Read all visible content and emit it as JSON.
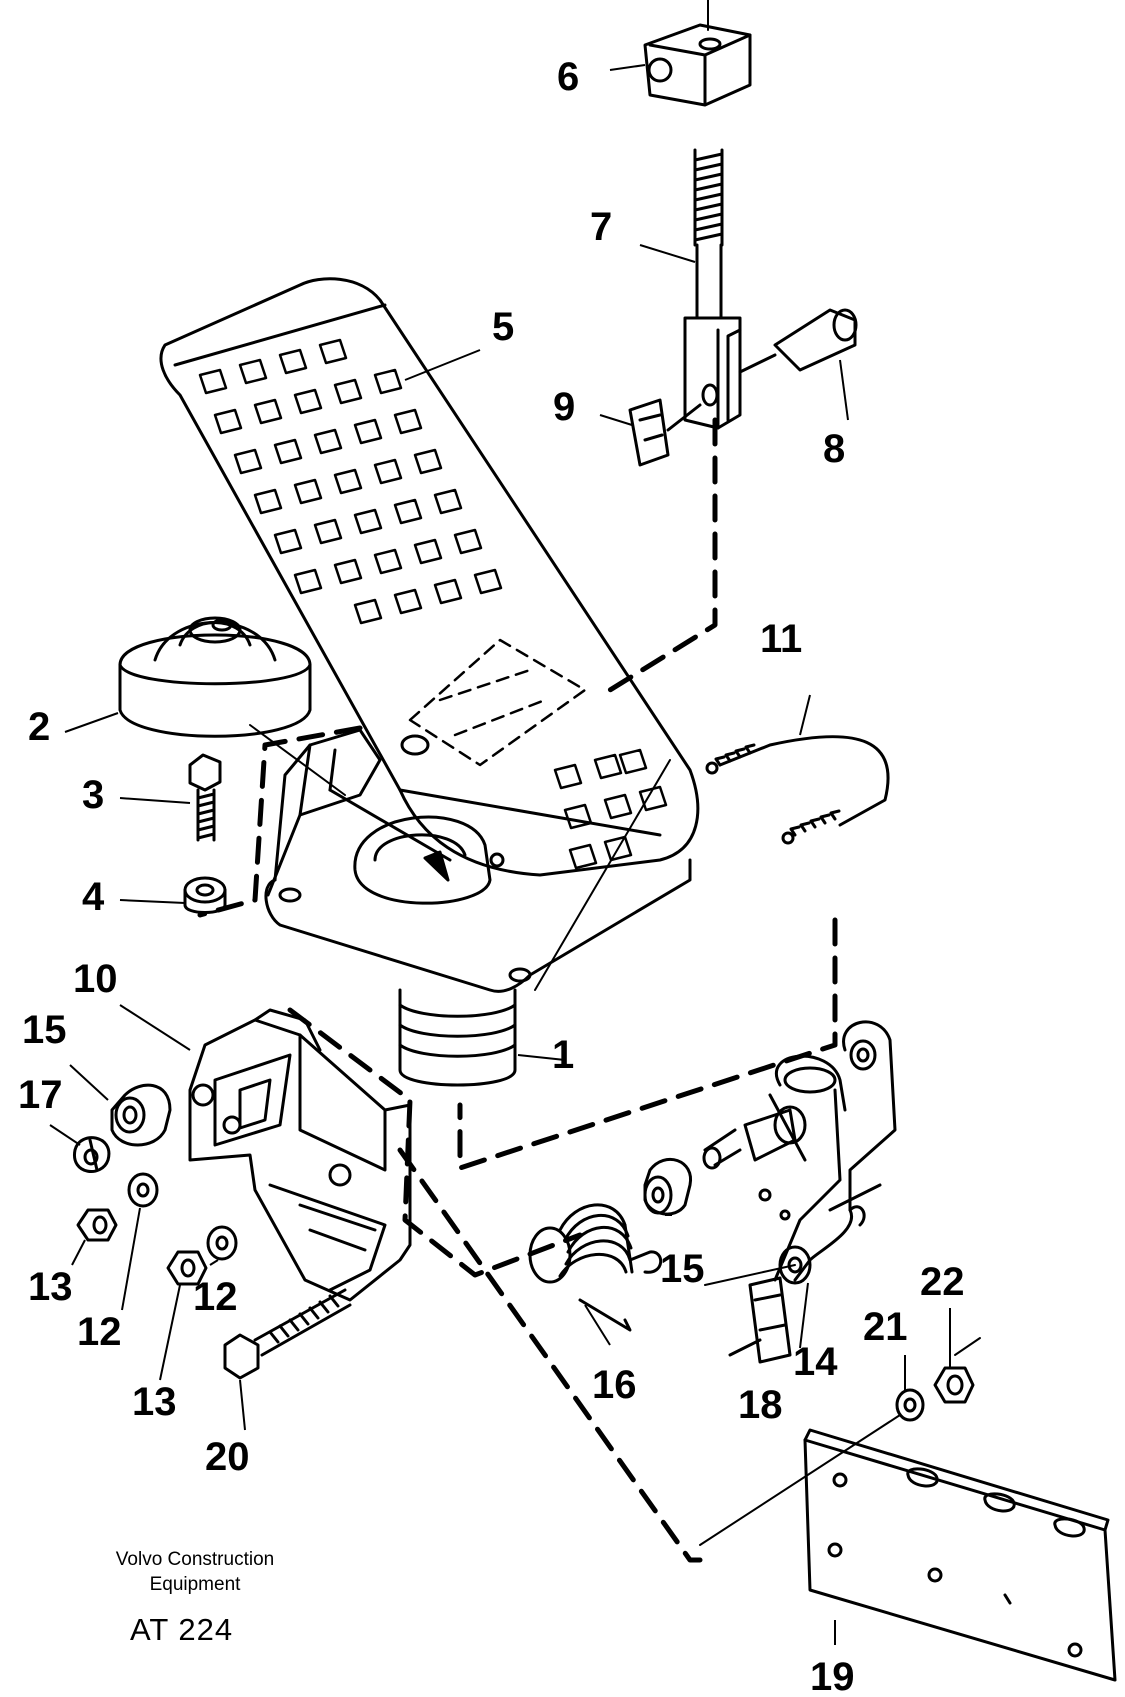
{
  "callouts": {
    "c1": "1",
    "c2": "2",
    "c3": "3",
    "c4": "4",
    "c5": "5",
    "c6": "6",
    "c7": "7",
    "c8": "8",
    "c9": "9",
    "c10": "10",
    "c11": "11",
    "c12a": "12",
    "c12b": "12",
    "c13a": "13",
    "c13b": "13",
    "c14": "14",
    "c15a": "15",
    "c15b": "15",
    "c16": "16",
    "c17": "17",
    "c18": "18",
    "c19": "19",
    "c20": "20",
    "c21": "21",
    "c22": "22"
  },
  "caption": {
    "line1": "Volvo Construction",
    "line2": "Equipment",
    "code": "AT 224"
  }
}
